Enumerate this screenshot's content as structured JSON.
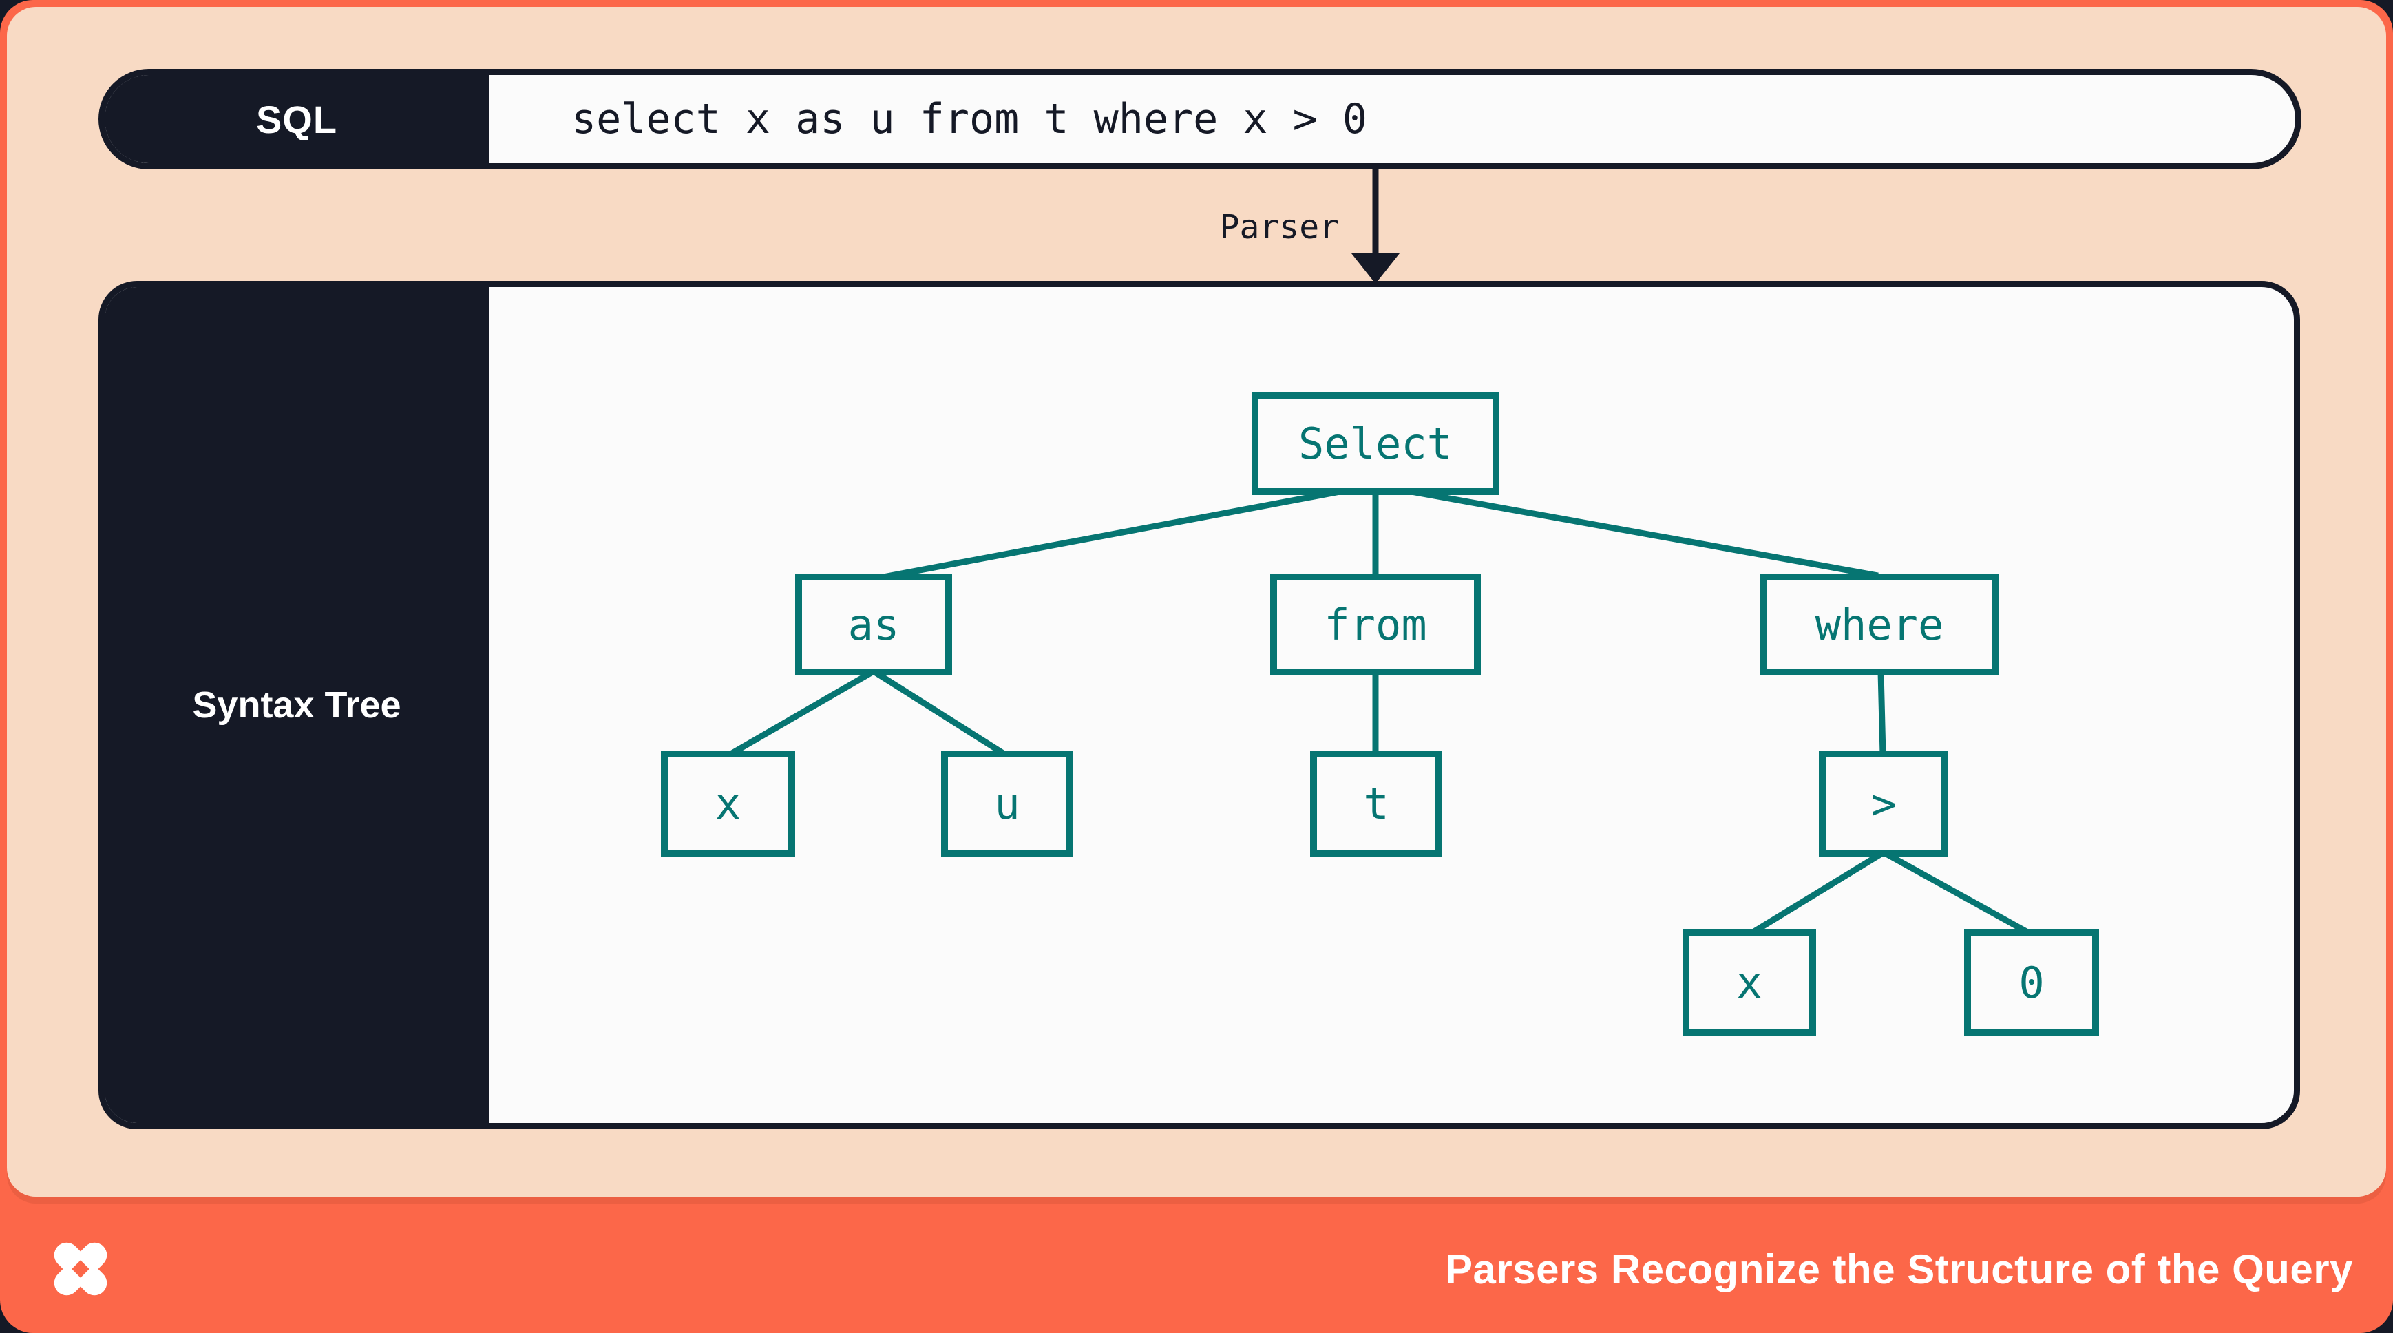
{
  "colors": {
    "orange": "#FC6749",
    "peach": "#F8DAC4",
    "navy": "#151926",
    "offwhite": "#FBFBFB",
    "teal": "#067572",
    "white": "#FFFFFF"
  },
  "sql_bar": {
    "label": "SQL",
    "query": "select x as u from t where x > 0"
  },
  "parser": {
    "label": "Parser"
  },
  "syntax_tree": {
    "label": "Syntax Tree",
    "nodes": [
      {
        "id": "select",
        "text": "Select"
      },
      {
        "id": "as",
        "text": "as"
      },
      {
        "id": "from",
        "text": "from"
      },
      {
        "id": "where",
        "text": "where"
      },
      {
        "id": "x",
        "text": "x"
      },
      {
        "id": "u",
        "text": "u"
      },
      {
        "id": "t",
        "text": "t"
      },
      {
        "id": "gt",
        "text": ">"
      },
      {
        "id": "x2",
        "text": "x"
      },
      {
        "id": "zero",
        "text": "0"
      }
    ],
    "edges": [
      "select-as",
      "select-from",
      "select-where",
      "as-x",
      "as-u",
      "from-t",
      "where-gt",
      "gt-x",
      "gt-zero"
    ]
  },
  "footer": {
    "title": "Parsers Recognize the Structure of the Query",
    "logo": "dolt-x-logo"
  }
}
